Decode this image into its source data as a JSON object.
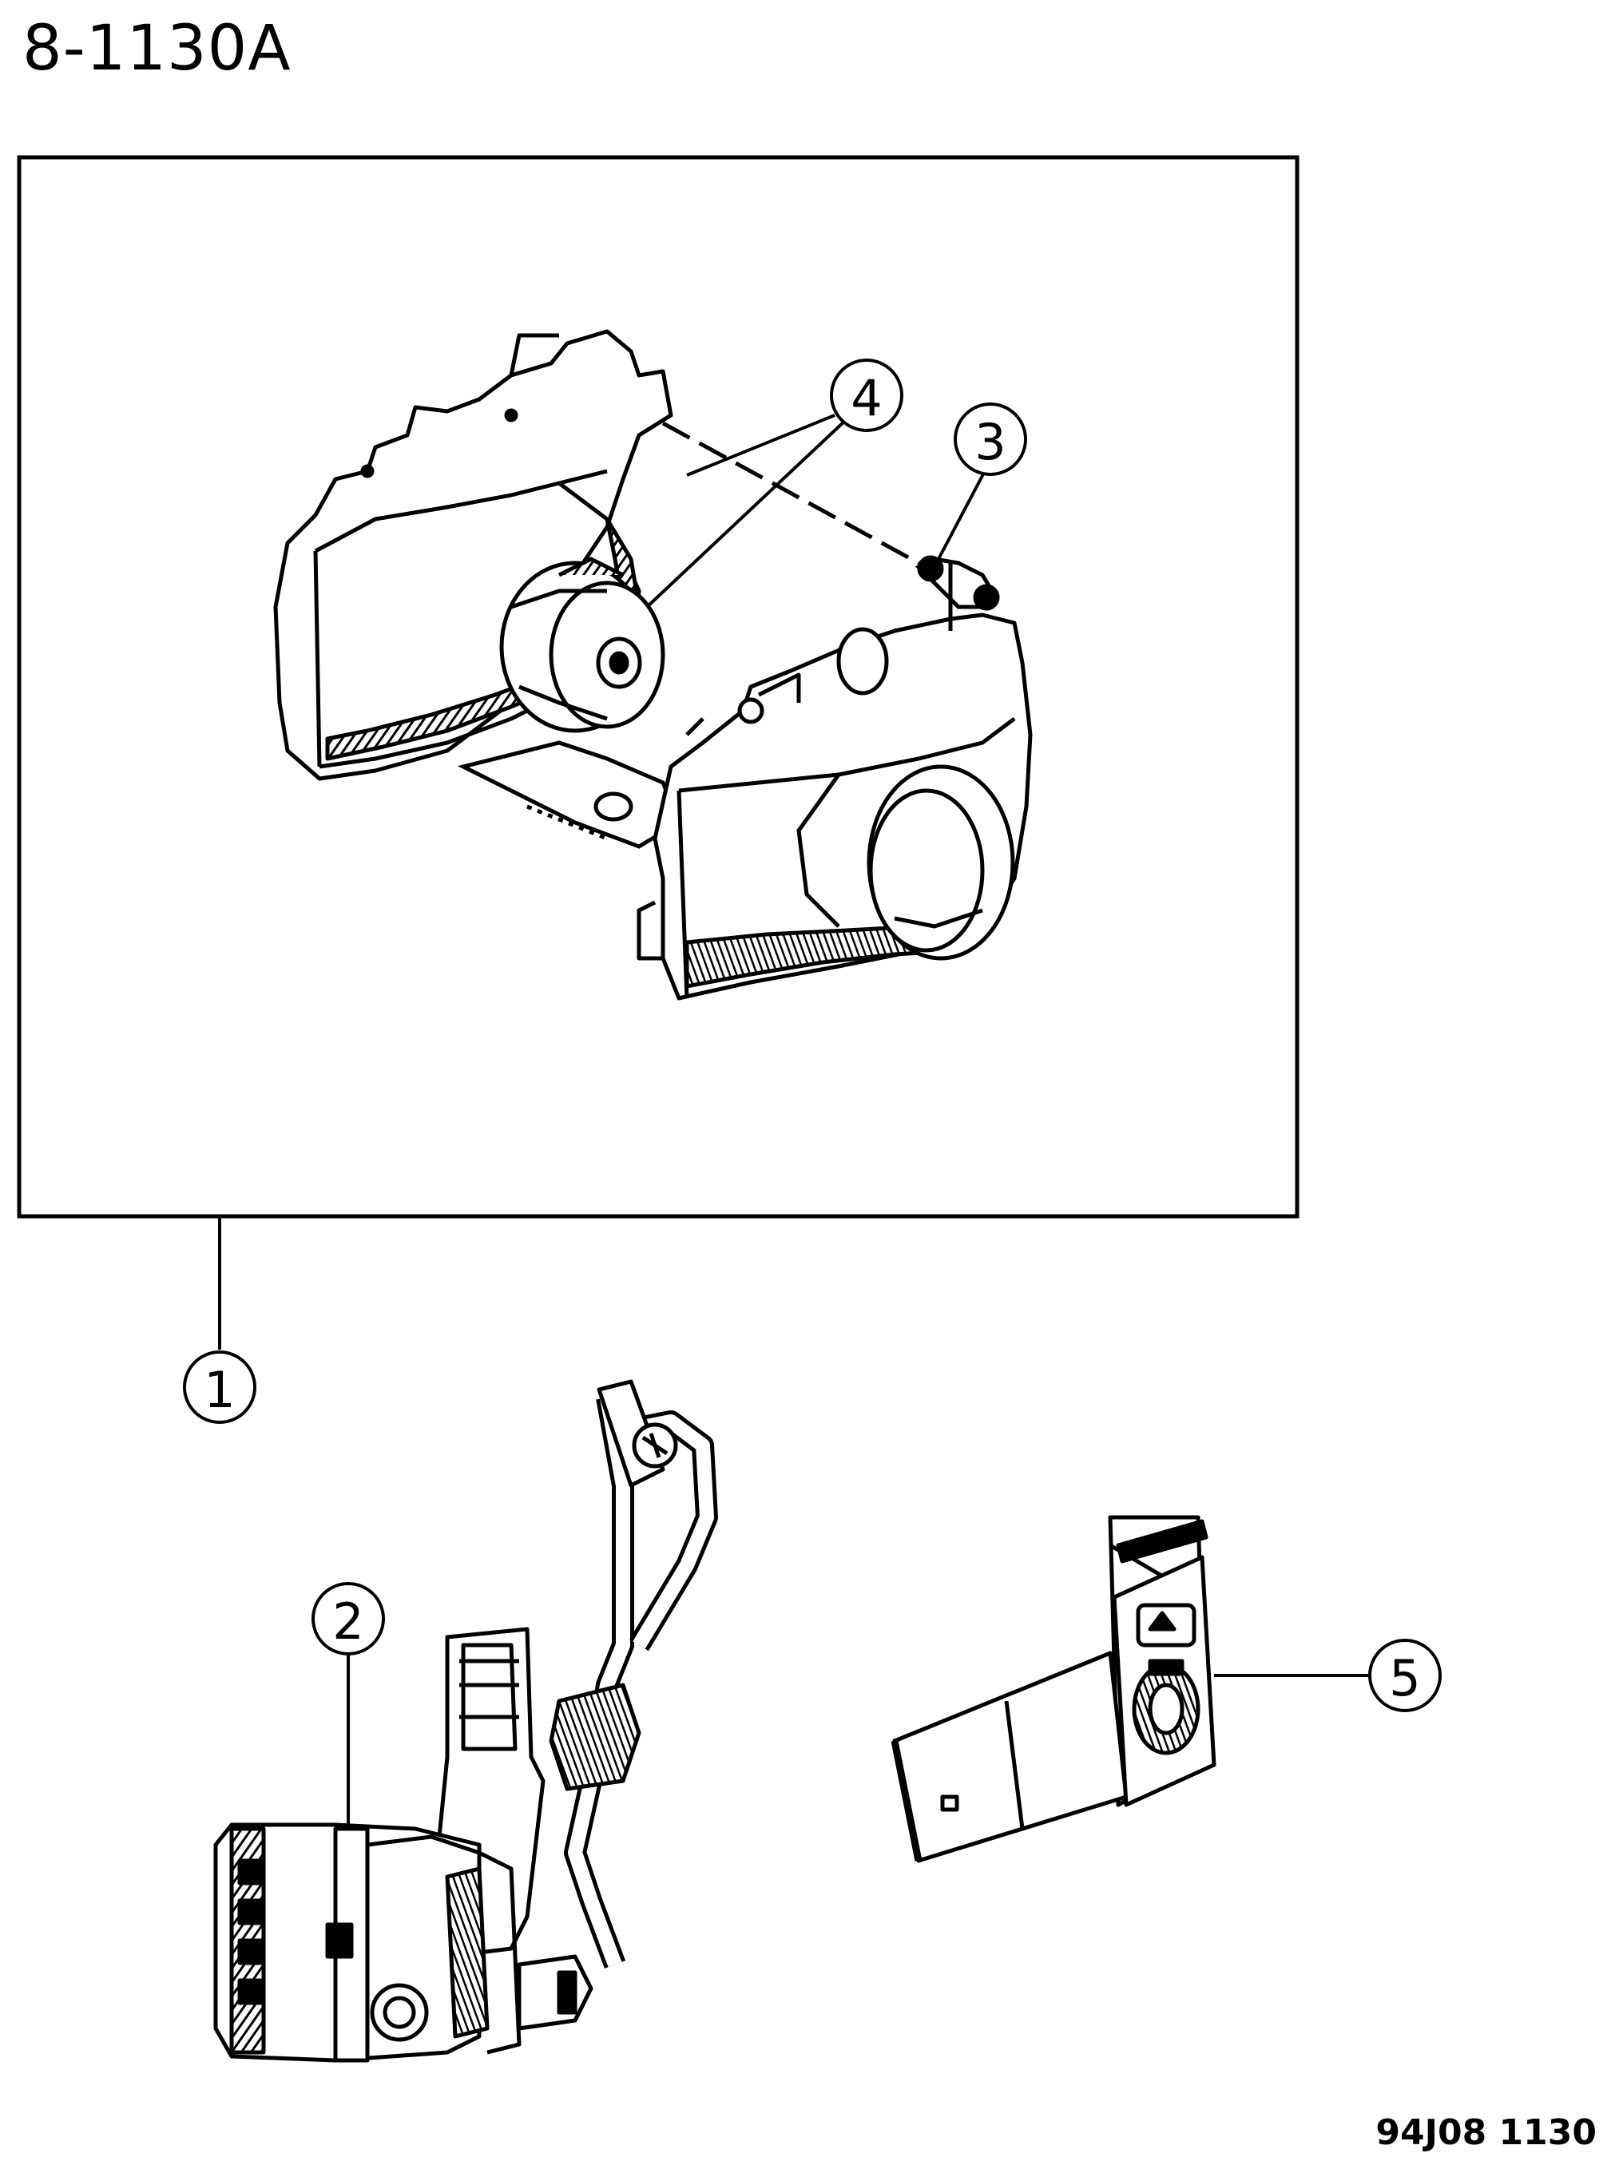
{
  "page": {
    "title": "8-1130A",
    "figure_code": "94J08  1130"
  },
  "callouts": [
    {
      "id": "callout-1",
      "number": "1"
    },
    {
      "id": "callout-2",
      "number": "2"
    },
    {
      "id": "callout-3",
      "number": "3"
    },
    {
      "id": "callout-4",
      "number": "4"
    },
    {
      "id": "callout-5",
      "number": "5"
    }
  ],
  "colors": {
    "ink": "#000000",
    "paper": "#ffffff"
  }
}
